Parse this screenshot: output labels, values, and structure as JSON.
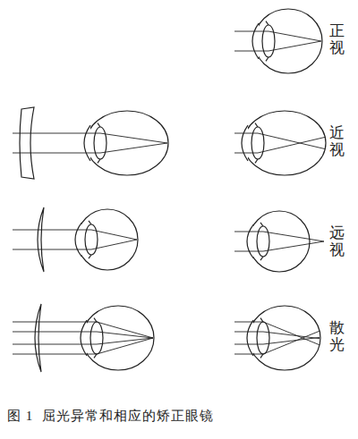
{
  "diagram": {
    "caption": "图 1  屈光异常和相应的矫正眼镜",
    "labels": [
      "正视",
      "近视",
      "远视",
      "散光"
    ]
  }
}
